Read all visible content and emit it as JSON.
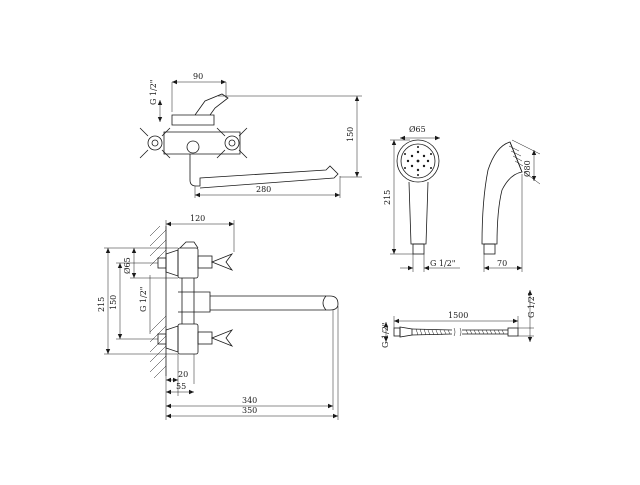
{
  "dimensions": {
    "top_width": "90",
    "top_thread": "G 1/2\"",
    "top_height": "150",
    "top_spout": "280",
    "head_diameter": "Ø65",
    "head_length": "215",
    "head_thread": "G 1/2\"",
    "side_diameter": "Ø80",
    "side_depth": "70",
    "front_width": "120",
    "front_diameter": "Ø65",
    "front_height_outer": "215",
    "front_height_inner": "150",
    "front_thread": "G 1/2\"",
    "front_offset_20": "20",
    "front_offset_55": "55",
    "front_spout_340": "340",
    "front_spout_350": "350",
    "hose_length": "1500",
    "hose_thread_left": "G 1/2\"",
    "hose_thread_right": "G 1/2\""
  },
  "arrow_marker": "arrowhead"
}
